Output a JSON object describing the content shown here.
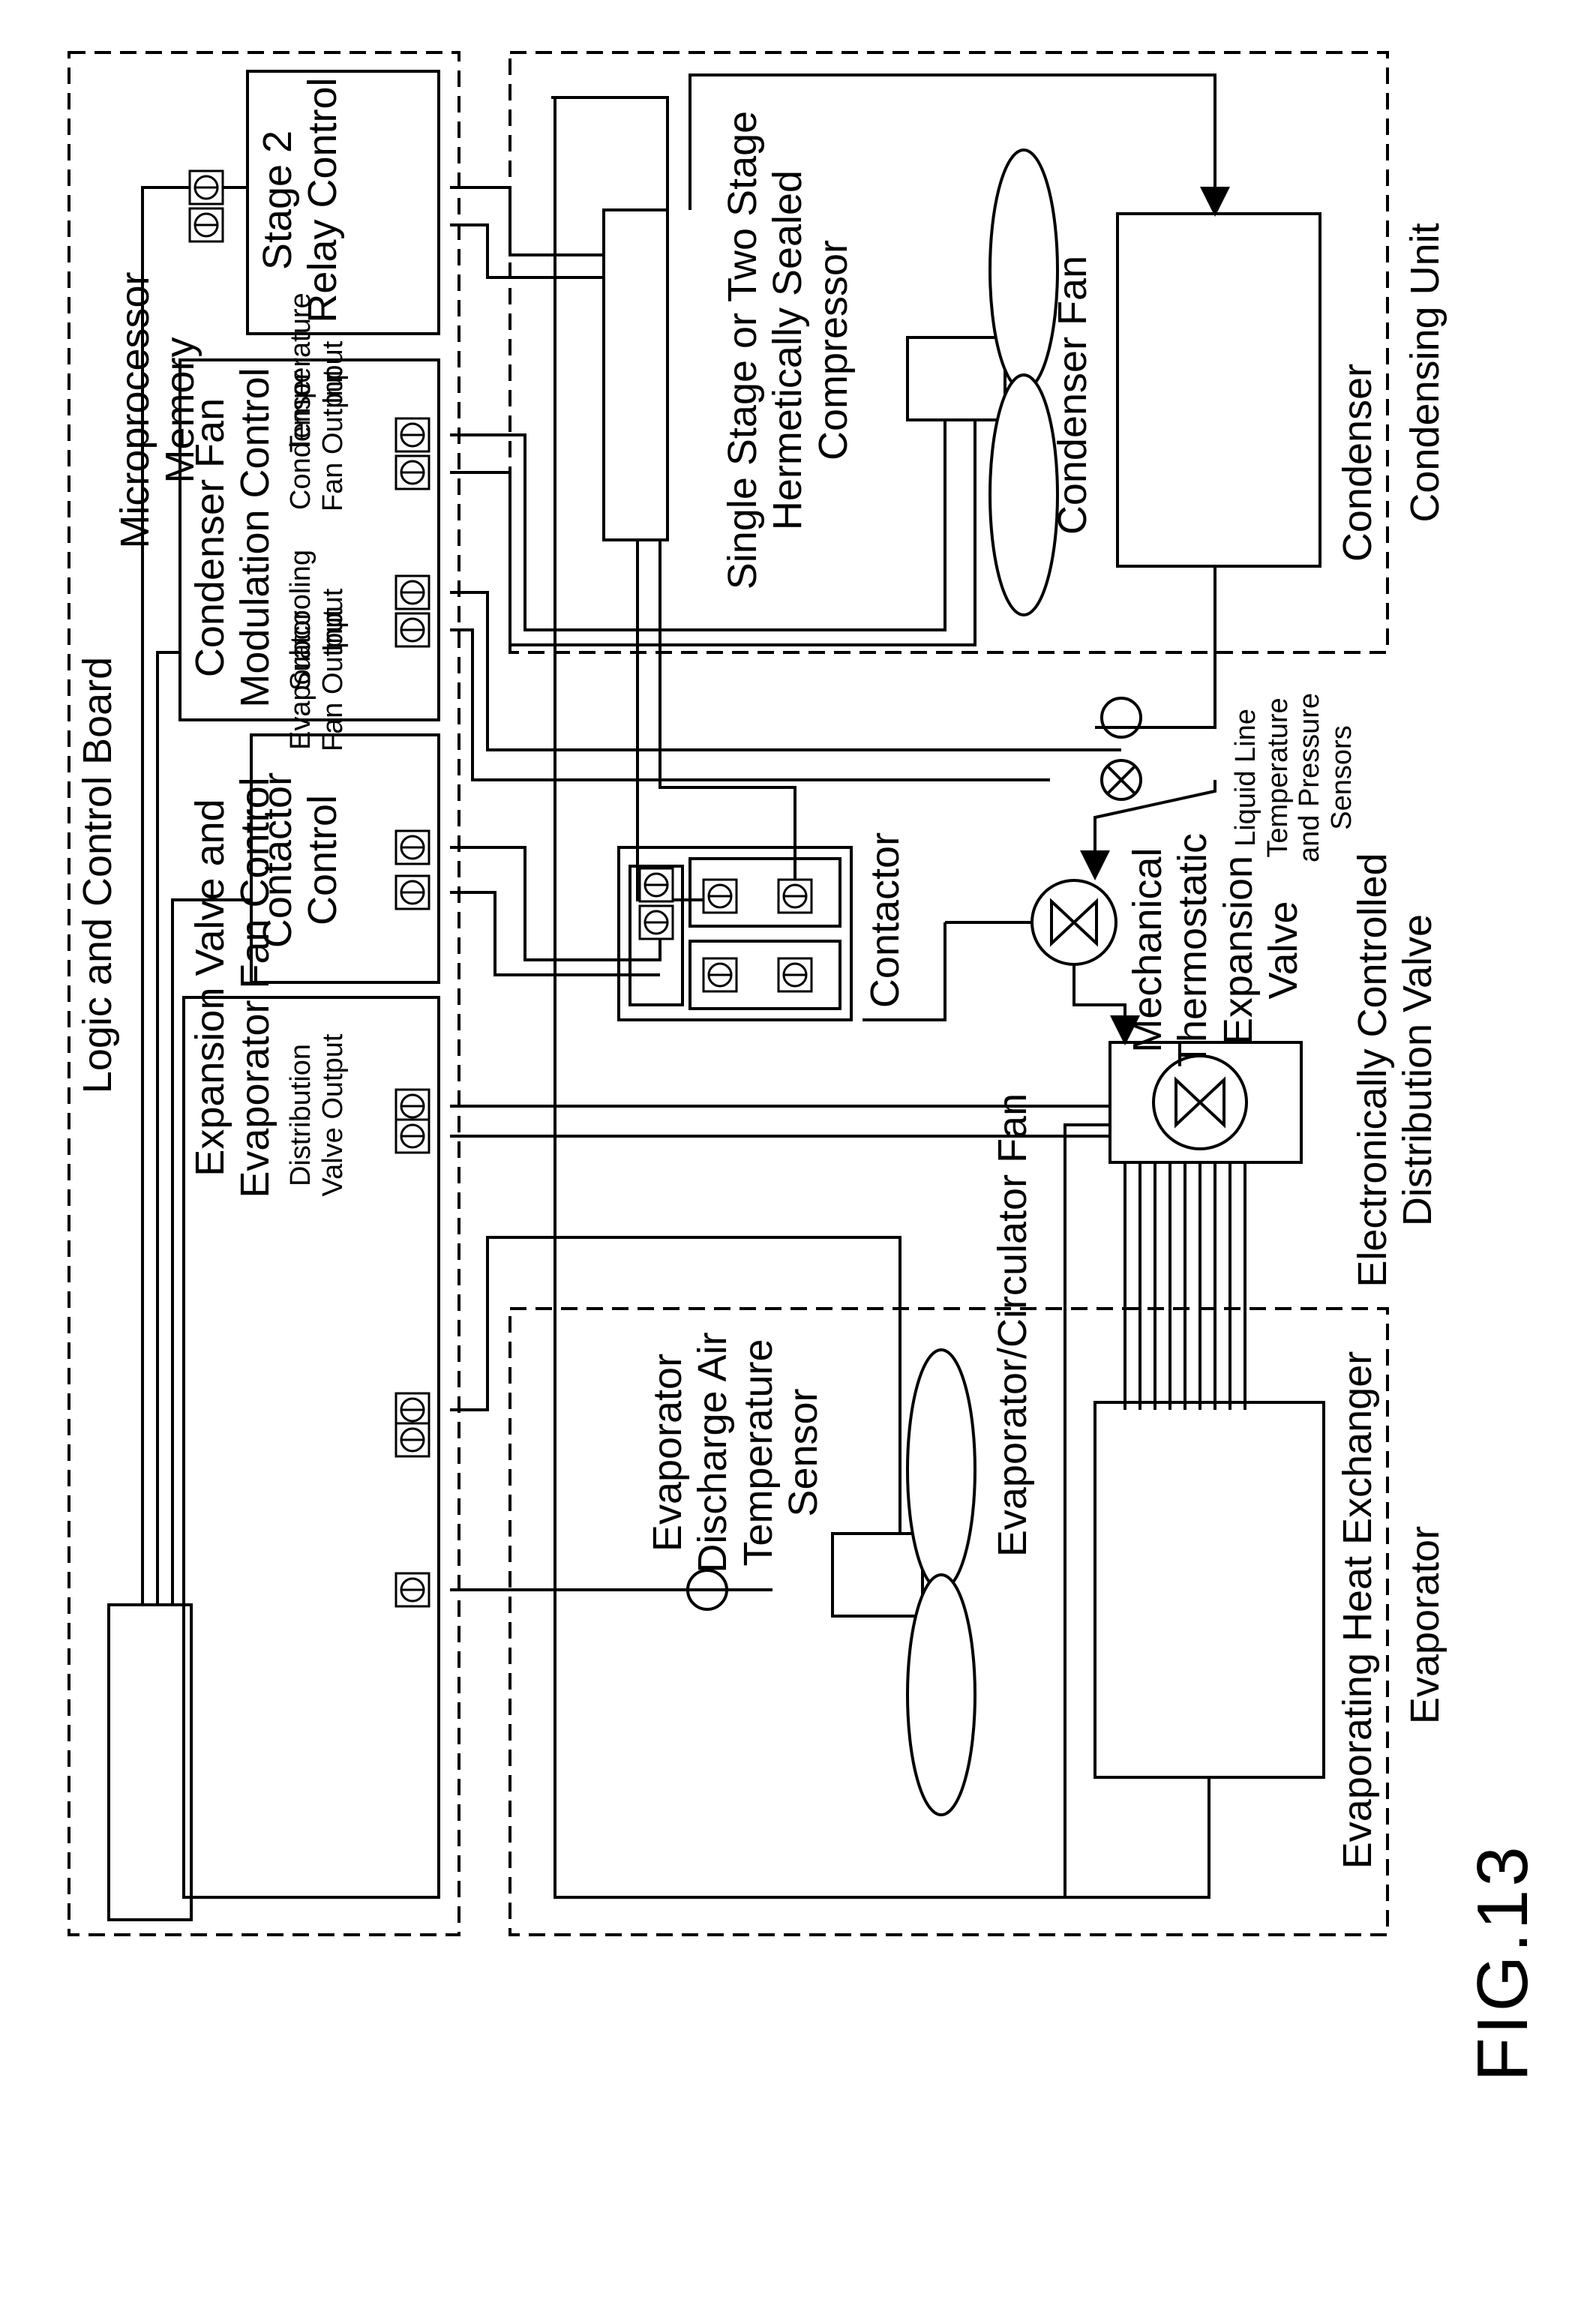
{
  "figure_label": "FIG.13",
  "boards": {
    "logic": "Logic and Control Board",
    "microprocessor": "Microprocessor\nMemory",
    "expansion_control": "Expansion Valve and\nEvaporator Fan Control",
    "temperature_input": "Temperature\nInput",
    "evaporator_fan_output": "Evaporator\nFan Output",
    "distribution_valve_output": "Distribution\nValve Output",
    "contactor_control": "Contactor\nControl",
    "condenser_fan_modulation": "Condenser Fan\nModulation Control",
    "subcooling_input": "Subcooling\nInput",
    "condenser_fan_output": "Condenser\nFan Output",
    "stage2_relay": "Stage 2\nRelay Control"
  },
  "components": {
    "contactor": "Contactor",
    "compressor": "Single Stage or Two Stage\nHermetically Sealed\nCompressor",
    "condenser_fan": "Condenser Fan",
    "condenser": "Condenser",
    "condensing_unit": "Condensing Unit",
    "liquid_line_sensors": "Liquid Line\nTemperature\nand Pressure\nSensors",
    "mechanical_txv": "Mechanical\nThermostatic\nExpansion\nValve",
    "distribution_valve": "Electronically Controlled\nDistribution Valve",
    "discharge_air_sensor": "Evaporator\nDischarge Air\nTemperature\nSensor",
    "evaporator_fan": "Evaporator/Circulator Fan",
    "heat_exchanger": "Evaporating Heat Exchanger",
    "evaporator": "Evaporator"
  },
  "colors": {
    "ink": "#000000",
    "paper": "#ffffff"
  }
}
